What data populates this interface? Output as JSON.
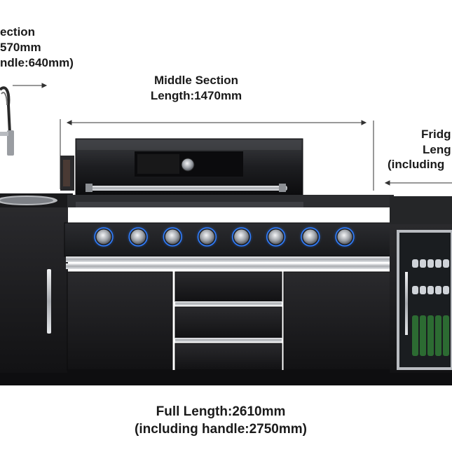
{
  "dimensions": {
    "left_section": {
      "line1": "ection",
      "line2": "570mm",
      "line3": "ndle:640mm)"
    },
    "middle_section": {
      "title": "Middle Section",
      "length": "Length:1470mm"
    },
    "fridge_section": {
      "line1": "Fridg",
      "line2": "Leng",
      "line3": "(including"
    },
    "full_length": {
      "length": "Full Length:2610mm",
      "including": "(including handle:2750mm)"
    }
  },
  "colors": {
    "cabinet": "#1c1c1e",
    "cabinet_dark": "#0d0d0f",
    "steel": "#c9ccd0",
    "knob_glow": "#2f7dff",
    "text": "#1a1a1a"
  },
  "knobs": {
    "count": 8
  }
}
